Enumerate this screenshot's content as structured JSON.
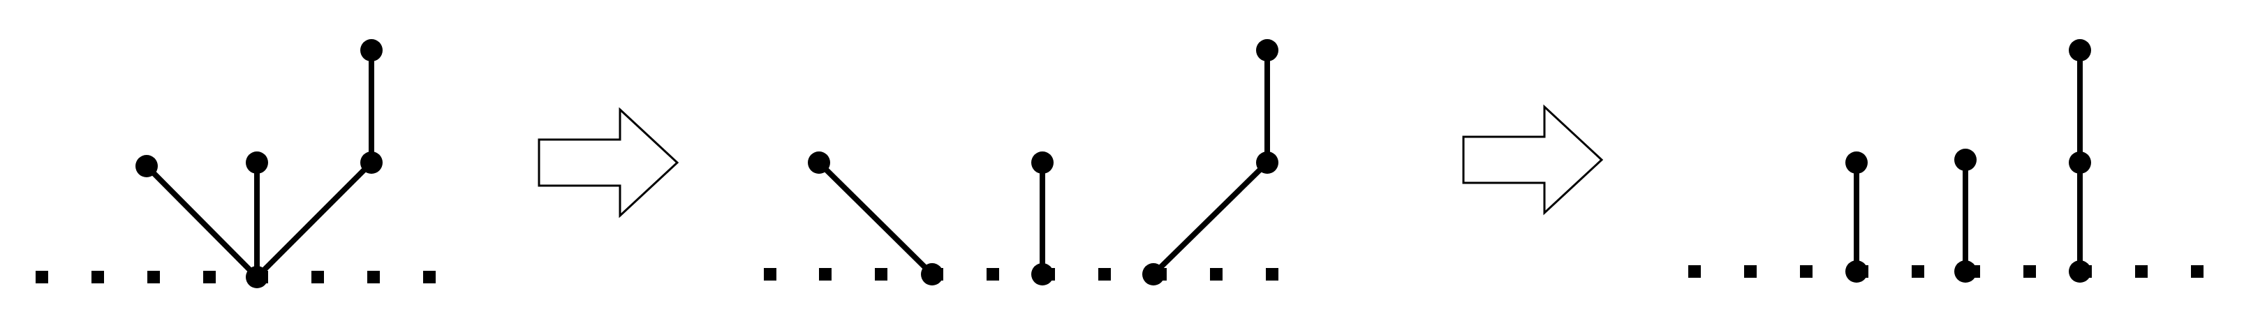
{
  "colors": {
    "ink": "#000000",
    "background": "#ffffff"
  },
  "diagram": {
    "panels": [
      {
        "id": "panel-1",
        "edges": [
          [
            "a",
            "root"
          ],
          [
            "b",
            "root"
          ],
          [
            "c",
            "root"
          ],
          [
            "c",
            "d"
          ]
        ]
      },
      {
        "id": "panel-2",
        "edges": [
          [
            "a",
            "g1"
          ],
          [
            "b",
            "g2"
          ],
          [
            "c",
            "g3"
          ],
          [
            "c",
            "d"
          ]
        ]
      },
      {
        "id": "panel-3",
        "edges": [
          [
            "a",
            "g1"
          ],
          [
            "b",
            "g2"
          ],
          [
            "c",
            "g3"
          ],
          [
            "c",
            "d"
          ]
        ]
      }
    ],
    "arrows": [
      "arrow-1",
      "arrow-2"
    ]
  }
}
